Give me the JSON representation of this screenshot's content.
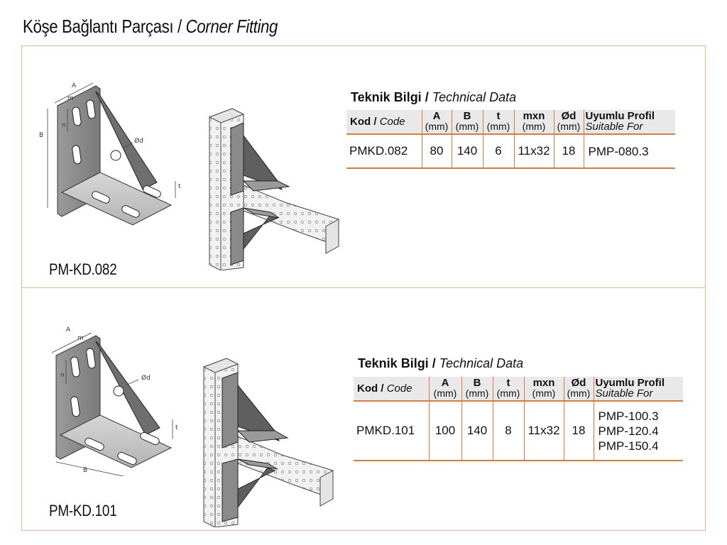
{
  "title": {
    "tr": "Köşe Bağlantı Parçası /",
    "en": "Corner Fitting"
  },
  "products": [
    {
      "name": "PM-KD.082",
      "dim_labels": {
        "a": "A",
        "m": "m",
        "n": "n",
        "b": "B",
        "d": "Ød",
        "t": "t"
      },
      "tech": {
        "title_tr": "Teknik Bilgi",
        "sep": "/",
        "title_en": "Technical Data"
      },
      "headers": {
        "kod_tr": "Kod",
        "sep": "/",
        "kod_en": "Code",
        "a": "A",
        "b": "B",
        "t": "t",
        "mxn": "mxn",
        "d": "Ød",
        "unit": "(mm)",
        "uyumlu": "Uyumlu Profil",
        "suitable": "Suitable For"
      },
      "row": {
        "code": "PMKD.082",
        "a": "80",
        "b": "140",
        "t": "6",
        "mxn": "11x32",
        "d": "18",
        "profiles": [
          "PMP-080.3"
        ]
      }
    },
    {
      "name": "PM-KD.101",
      "dim_labels": {
        "a": "A",
        "m": "m",
        "n": "n",
        "b": "B",
        "d": "Ød",
        "t": "t"
      },
      "tech": {
        "title_tr": "Teknik Bilgi",
        "sep": "/",
        "title_en": "Technical Data"
      },
      "headers": {
        "kod_tr": "Kod",
        "sep": "/",
        "kod_en": "Code",
        "a": "A",
        "b": "B",
        "t": "t",
        "mxn": "mxn",
        "d": "Ød",
        "unit": "(mm)",
        "uyumlu": "Uyumlu Profil",
        "suitable": "Suitable For"
      },
      "row": {
        "code": "PMKD.101",
        "a": "100",
        "b": "140",
        "t": "8",
        "mxn": "11x32",
        "d": "18",
        "profiles": [
          "PMP-100.3",
          "PMP-120.4",
          "PMP-150.4"
        ]
      }
    }
  ],
  "colors": {
    "accent": "#e07a3c",
    "frame": "#f0b48c",
    "header_bg": "#e9e9e9",
    "metal": "#8a8a8a"
  }
}
